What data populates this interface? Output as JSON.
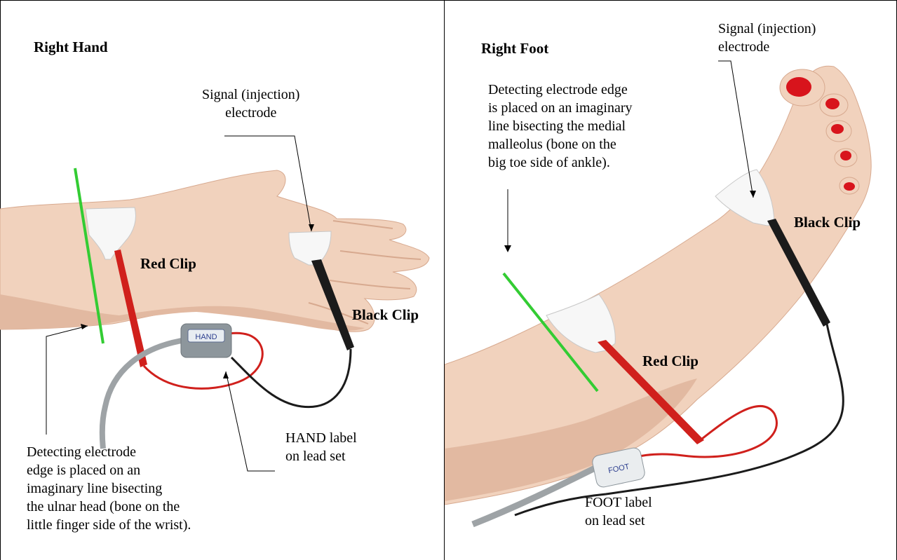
{
  "left": {
    "title": "Right Hand",
    "signal_label": "Signal (injection)\nelectrode",
    "red_clip": "Red Clip",
    "black_clip": "Black Clip",
    "hand_label": "HAND label\non lead set",
    "detecting_text": "Detecting electrode\nedge is placed on an\nimaginary line bisecting\nthe ulnar head (bone on the\nlittle finger side of the wrist).",
    "tag_text": "HAND"
  },
  "right": {
    "title": "Right Foot",
    "signal_label": "Signal (injection)\nelectrode",
    "detecting_text": "Detecting electrode edge\nis placed on an imaginary\nline bisecting the medial\nmalleolus (bone on the\nbig toe side of ankle).",
    "black_clip": "Black Clip",
    "red_clip": "Red Clip",
    "foot_label": "FOOT label\non lead set",
    "tag_text": "FOOT"
  },
  "colors": {
    "skin": "#f1d2bd",
    "skin_shadow": "#dfb29a",
    "electrode": "#f7f7f7",
    "red_clip": "#d0201c",
    "black_clip": "#1b1b1b",
    "green_line": "#33cc33",
    "gray_cable": "#9ea3a6",
    "nail_red": "#d8141c"
  }
}
